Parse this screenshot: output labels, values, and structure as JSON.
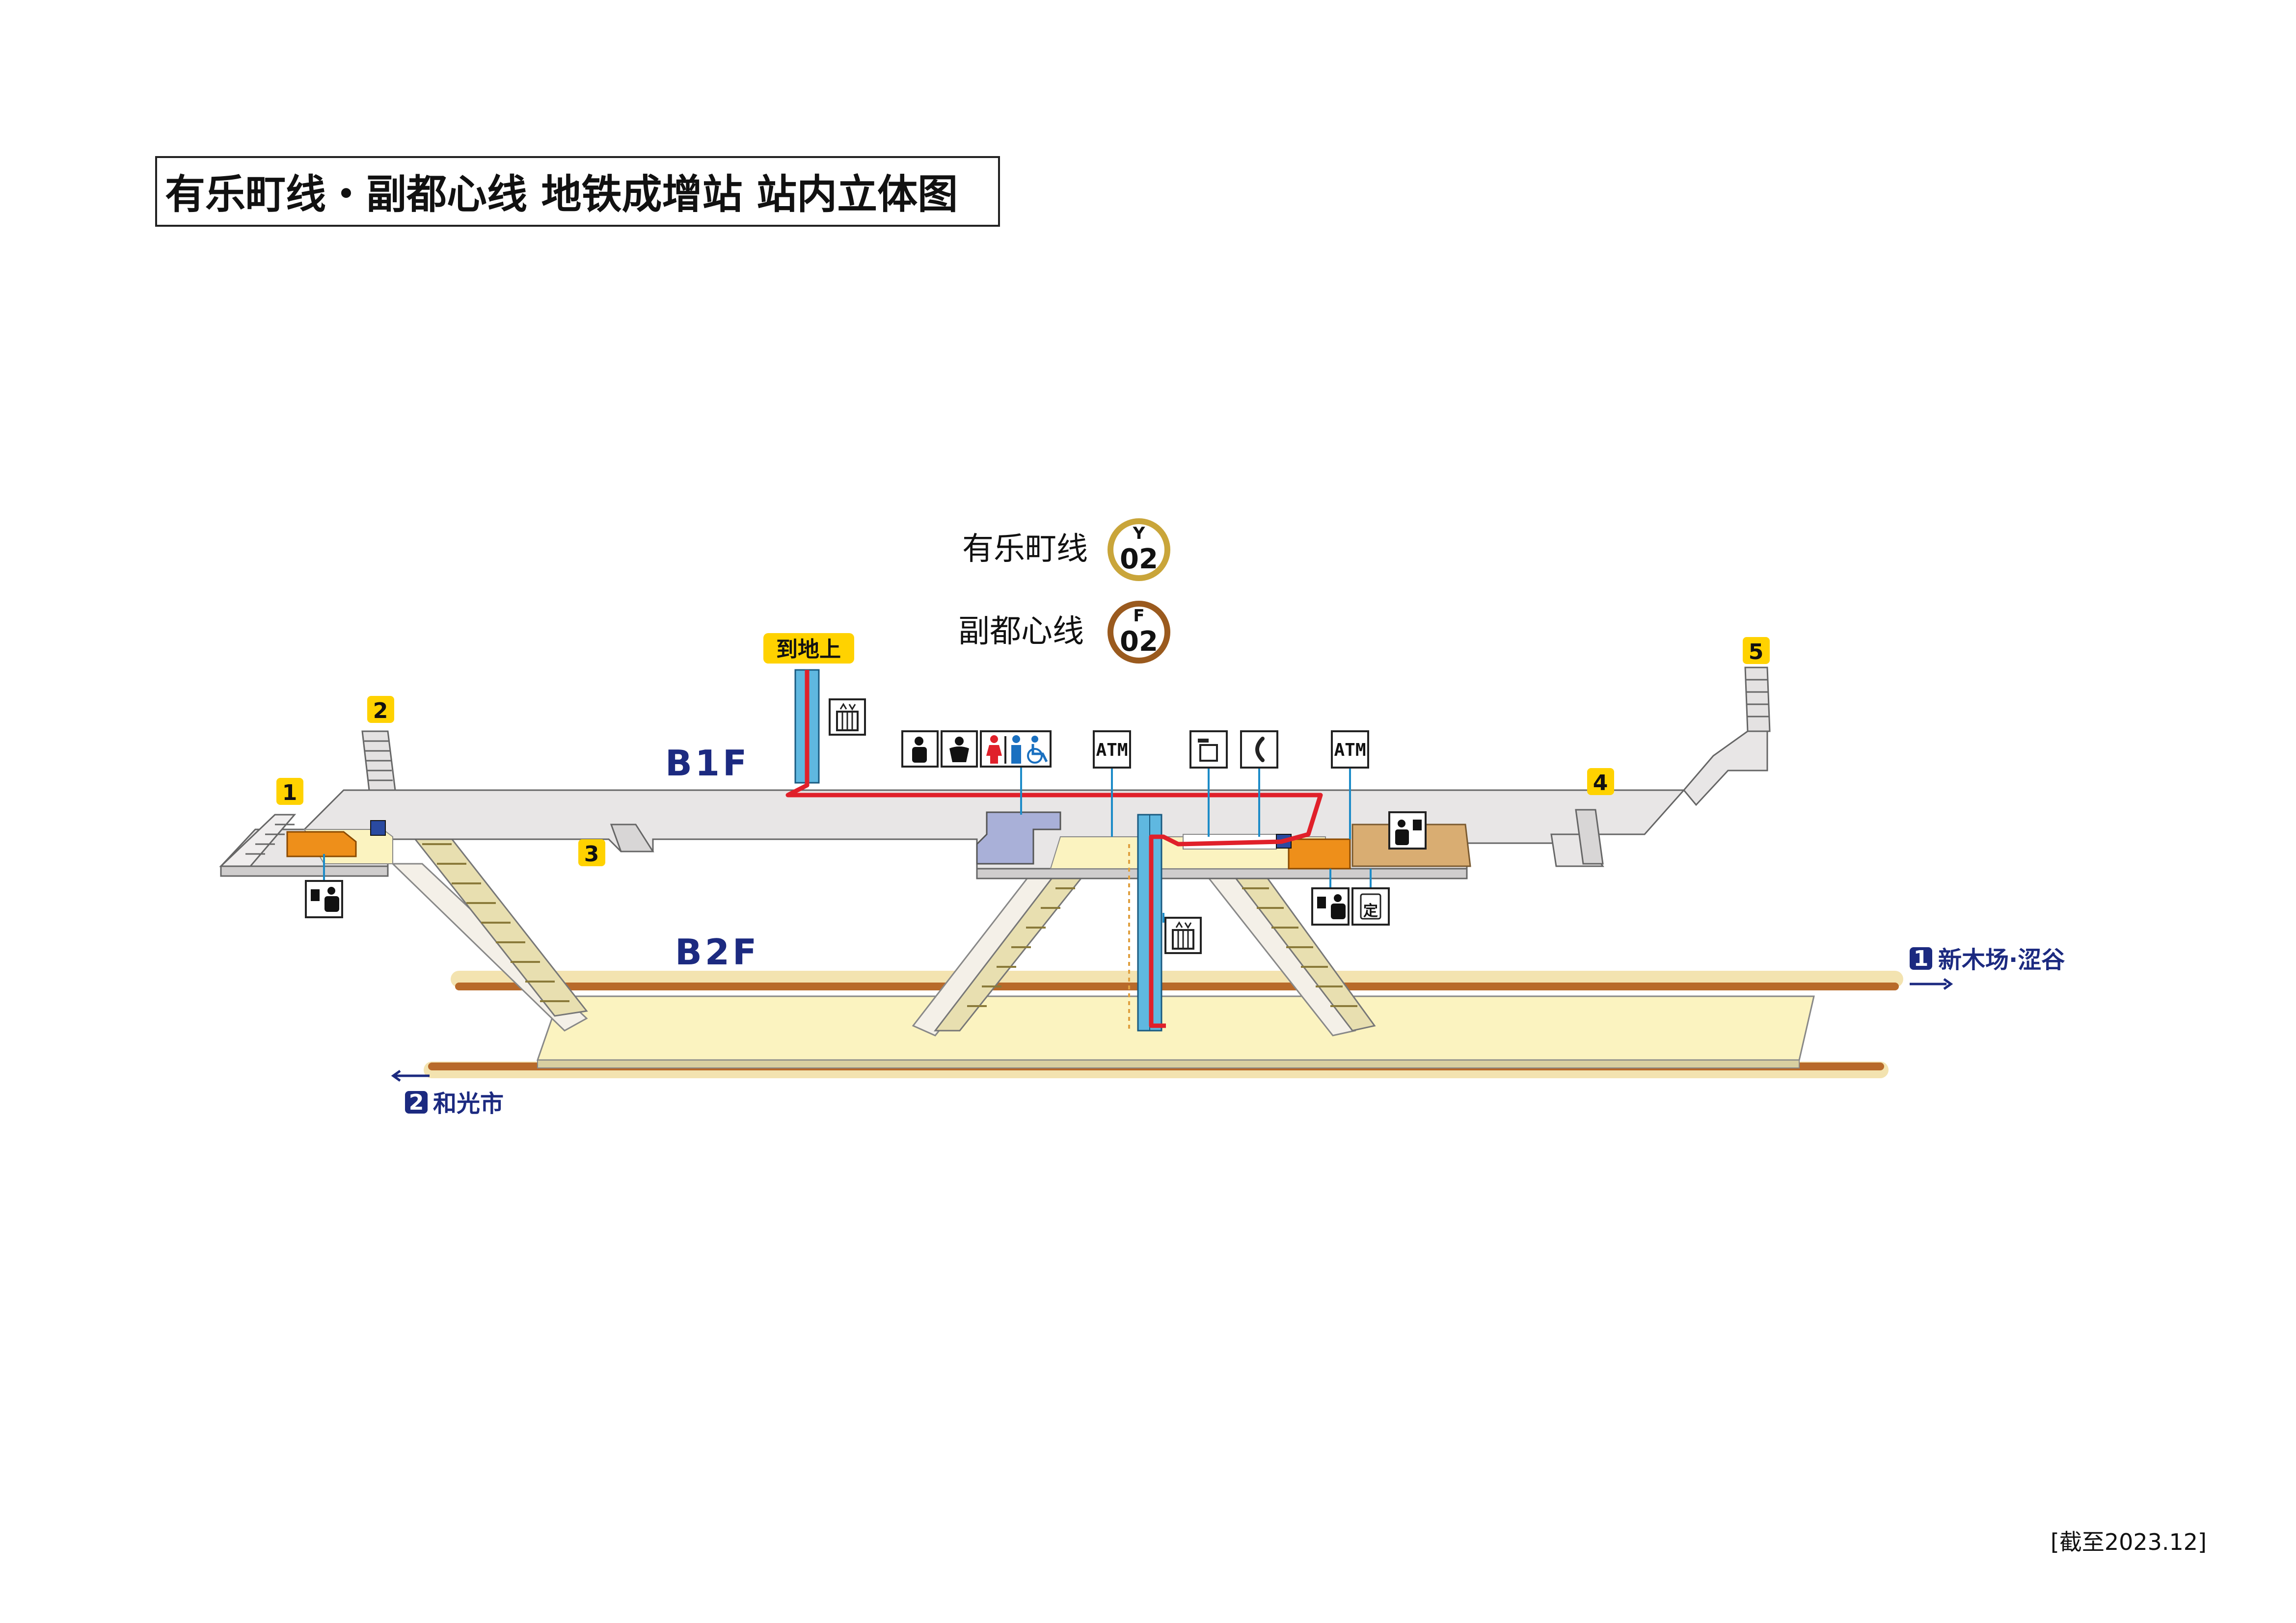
{
  "title": "有乐町线・副都心线 地铁成增站 站内立体图",
  "lines": [
    {
      "name": "有乐町线",
      "letter": "Y",
      "number": "02",
      "color": "#c9a53a"
    },
    {
      "name": "副都心线",
      "letter": "F",
      "number": "02",
      "color": "#9a5a1e"
    }
  ],
  "floors": {
    "b1": "B1F",
    "b2": "B2F"
  },
  "to_ground": "到地上",
  "exits": [
    "1",
    "2",
    "3",
    "4",
    "5"
  ],
  "directions": {
    "d1": {
      "number": "1",
      "label": "新木场·涩谷"
    },
    "d2": {
      "number": "2",
      "label": "和光市"
    }
  },
  "atm_label": "ATM",
  "commuter_pass_label": "定",
  "footer": "[截至2023.12]",
  "colors": {
    "concourse": "#e8e6e6",
    "platform": "#fbf3c0",
    "track": "#b86a2a",
    "route": "#e0202a",
    "elevator": "#5fb8e0",
    "ticket_gate": "#ee8f1a",
    "office": "#d9ad72",
    "toilet_block": "#a9b0d8",
    "exit_badge": "#ffd200",
    "direction_blue": "#1c2a80"
  },
  "icons": [
    "elevator-icon",
    "info-person-icon",
    "baby-care-icon",
    "toilet-icon",
    "wheelchair-icon",
    "atm-icon",
    "locker-icon",
    "phone-icon",
    "ticket-machine-icon",
    "station-staff-icon",
    "commuter-pass-icon"
  ]
}
